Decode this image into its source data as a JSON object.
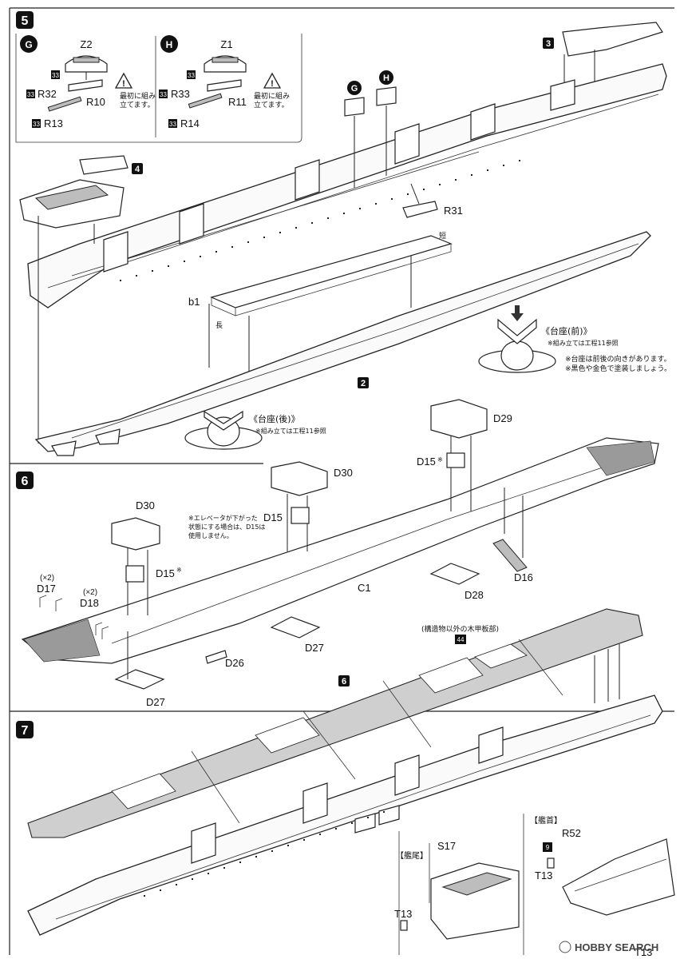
{
  "steps": {
    "s5": {
      "number": "5",
      "variant_g": {
        "marker": "G",
        "z": "Z2",
        "r_a": "R10",
        "r_b": "R32",
        "r_c": "R13",
        "runner": "33",
        "note": "最初に組み立てます。"
      },
      "variant_h": {
        "marker": "H",
        "z": "Z1",
        "r_a": "R11",
        "r_b": "R33",
        "r_c": "R14",
        "runner": "33",
        "note": "最初に組み立てます。"
      },
      "ref_3": "3",
      "ref_4": "4",
      "ref_2": "2",
      "hull_marker_g": "G",
      "hull_marker_h": "H",
      "r31": "R31",
      "b1": "b1",
      "short_label": "短",
      "long_label": "長",
      "stand_front_title": "《台座(前)》",
      "stand_front_sub": "※組み立ては工程11参照",
      "stand_rear_title": "《台座(後)》",
      "stand_rear_sub": "※組み立ては工程11参照",
      "stand_note_1": "※台座は前後の向きがあります。",
      "stand_note_2": "※黒色や金色で塗装しましょう。"
    },
    "s6": {
      "number": "6",
      "d30": "D30",
      "d29": "D29",
      "d15_a": "D15",
      "d15_b": "D15",
      "d15_c": "D15",
      "note_mark": "※",
      "elevator_note_1": "※エレベータが下がった",
      "elevator_note_2": "状態にする場合は、D15は",
      "elevator_note_3": "使用しません。",
      "d17": "D17",
      "d18": "D18",
      "x2_a": "(×2)",
      "x2_b": "(×2)",
      "c1": "C1",
      "d16": "D16",
      "d26": "D26",
      "d27_a": "D27",
      "d27_b": "D27",
      "d28": "D28"
    },
    "s7": {
      "number": "7",
      "deck_note": "(構造物以外の木甲板部)",
      "runner_44": "44",
      "ref_6": "6",
      "stern_title": "【艦尾】",
      "bow_title": "【艦首】",
      "s17": "S17",
      "t13_a": "T13",
      "t13_b": "T13",
      "t13_c": "T13",
      "r52": "R52",
      "runner_9": "9"
    }
  },
  "watermark": "HOBBY SEARCH",
  "colors": {
    "deck": "#cfcfcf",
    "ink": "#111111",
    "panel": "#bdbdbd"
  }
}
